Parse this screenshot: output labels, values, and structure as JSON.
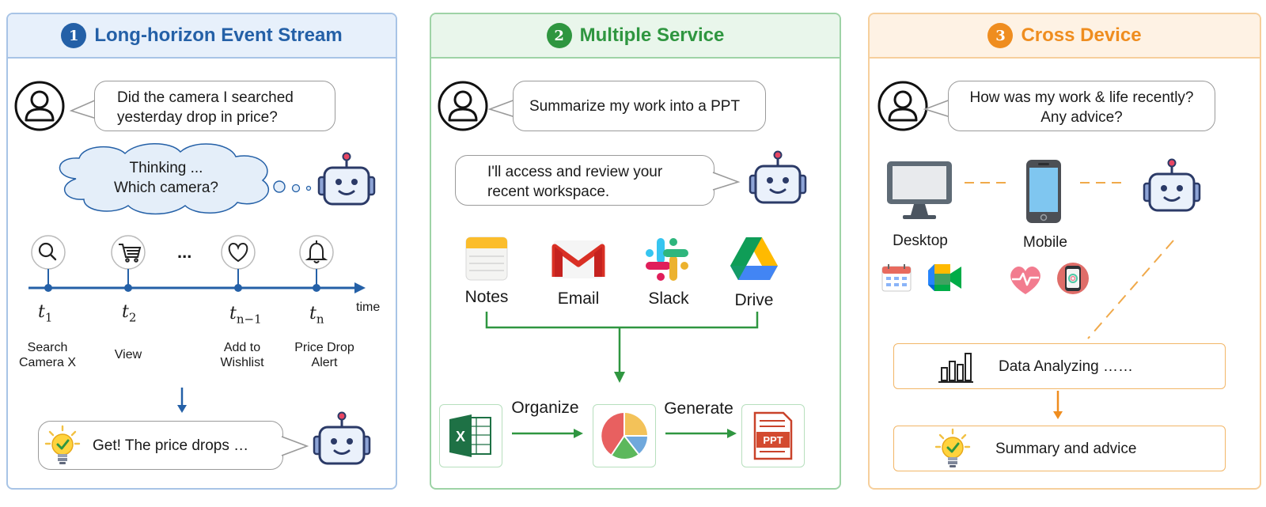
{
  "panels": [
    {
      "number": "1",
      "title": "Long-horizon Event Stream"
    },
    {
      "number": "2",
      "title": "Multiple Service"
    },
    {
      "number": "3",
      "title": "Cross Device"
    }
  ],
  "panel1": {
    "user_query_line1": "Did the camera I searched",
    "user_query_line2": "yesterday drop in price?",
    "thought_line1": "Thinking ...",
    "thought_line2": "Which camera?",
    "ellipsis": "...",
    "time_label": "time",
    "timeline": [
      {
        "t": "t",
        "sub": "1",
        "label_line1": "Search",
        "label_line2": "Camera X",
        "icon": "search-icon"
      },
      {
        "t": "t",
        "sub": "2",
        "label_line1": "View",
        "label_line2": "",
        "icon": "cart-icon"
      },
      {
        "t": "t",
        "sub": "n−1",
        "label_line1": "Add to",
        "label_line2": "Wishlist",
        "icon": "heart-icon"
      },
      {
        "t": "t",
        "sub": "n",
        "label_line1": "Price Drop",
        "label_line2": "Alert",
        "icon": "bell-icon"
      }
    ],
    "result": "Get! The price drops …"
  },
  "panel2": {
    "user_query": "Summarize my work into a PPT",
    "agent_reply_line1": "I'll access and review your",
    "agent_reply_line2": "recent workspace.",
    "services": [
      "Notes",
      "Email",
      "Slack",
      "Drive"
    ],
    "step1": "Organize",
    "step2": "Generate",
    "ppt_label": "PPT",
    "excel_letter": "X"
  },
  "panel3": {
    "user_query_line1": "How was my work & life recently?",
    "user_query_line2": "Any advice?",
    "devices": [
      "Desktop",
      "Mobile"
    ],
    "analyzing": "Data Analyzing ……",
    "summary": "Summary and advice"
  },
  "colors": {
    "blue": "#2460a7",
    "green": "#2f9640",
    "orange": "#ef8d1f"
  }
}
